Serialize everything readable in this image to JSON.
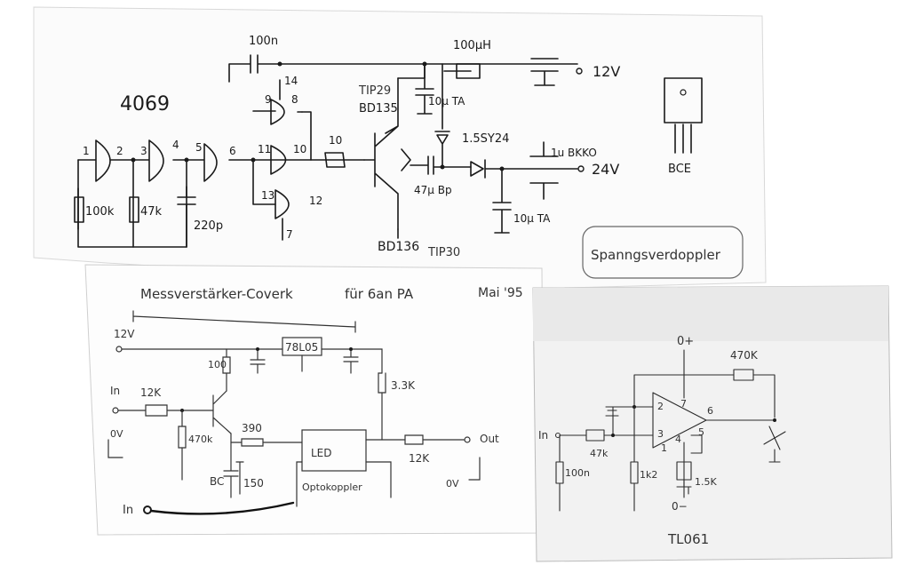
{
  "sheet1": {
    "ic_label": "4069",
    "pin_labels": [
      "1",
      "2",
      "3",
      "4",
      "5",
      "6",
      "8",
      "9",
      "10",
      "11",
      "12",
      "13",
      "14",
      "7"
    ],
    "resistor_100k": "100k",
    "resistor_47k": "47k",
    "cap_220p": "220p",
    "resistor_10": "10",
    "cap_100n": "100n",
    "choke_100uh": "100µH",
    "transistor_top": "BD135",
    "transistor_top_alt": "TIP29",
    "transistor_bottom": "BD136",
    "transistor_bottom_alt": "TIP30",
    "cap_10u_ta_top": "10µ TA",
    "zener": "1.5SY24",
    "cap_47u": "47µ Bp",
    "cap_10u_ta_bottom": "10µ TA",
    "cap_1u": "1u BKKO",
    "supply_12v": "12V",
    "supply_24v": "24V",
    "pinout_label": "BCE",
    "title_box": "Spanngsverdoppler"
  },
  "sheet2": {
    "title": "Messverstärker-Coverk",
    "subtitle": "für 6an PA",
    "date": "Mai '95",
    "supply_12v": "12V",
    "input_label": "In",
    "ground_label": "0V",
    "resistor_100": "100",
    "regulator": "78L05",
    "resistor_3k3": "3.3K",
    "resistor_12k_in": "12K",
    "resistor_470k": "470k",
    "resistor_390": "390",
    "resistor_150": "150",
    "led_label": "LED",
    "optocoupler": "Optokoppler",
    "resistor_12k_out": "12K",
    "output_label": "Out",
    "output_ground": "0V",
    "bottom_input": "In",
    "transistor": "BC"
  },
  "sheet3": {
    "supply_plus": "0+",
    "supply_minus": "0−",
    "resistor_470k": "470K",
    "input_label": "In",
    "resistor_47k": "47k",
    "resistor_100n": "100n",
    "resistor_1k2": "1k2",
    "resistor_1k5": "1.5K",
    "pin_labels": [
      "2",
      "3",
      "7",
      "6",
      "4",
      "5",
      "1"
    ],
    "opamp": "TL061"
  }
}
